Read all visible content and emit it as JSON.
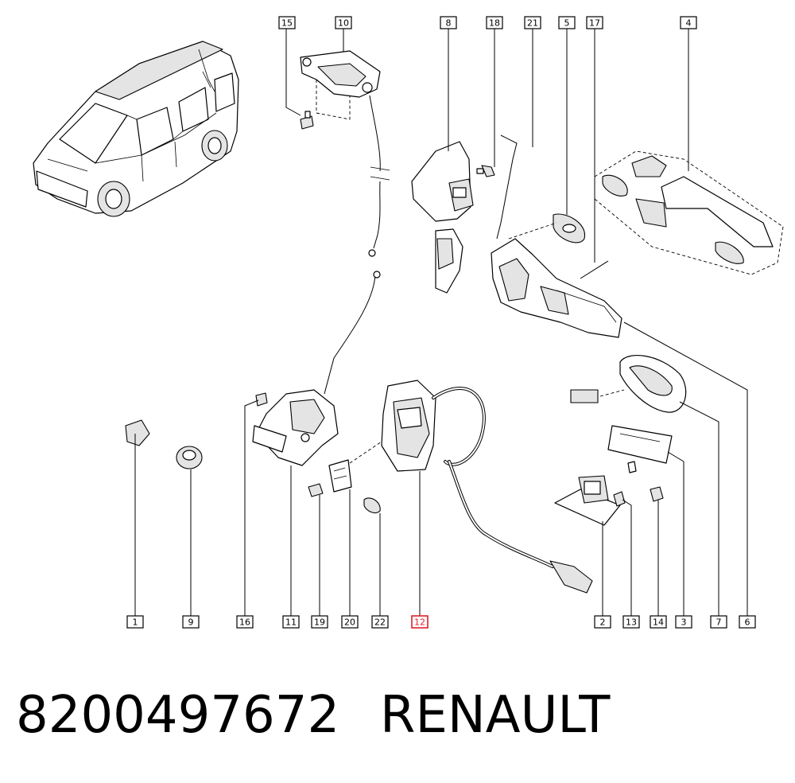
{
  "callouts": {
    "c1": "1",
    "c2": "2",
    "c3": "3",
    "c4": "4",
    "c5": "5",
    "c6": "6",
    "c7": "7",
    "c8": "8",
    "c9": "9",
    "c10": "10",
    "c11": "11",
    "c12": "12",
    "c13": "13",
    "c14": "14",
    "c15": "15",
    "c16": "16",
    "c17": "17",
    "c18": "18",
    "c19": "19",
    "c20": "20",
    "c21": "21",
    "c22": "22"
  },
  "highlighted_part": "12",
  "highlight_color": "#e0202a",
  "footer": {
    "part_number": "8200497672",
    "brand": "RENAULT"
  }
}
